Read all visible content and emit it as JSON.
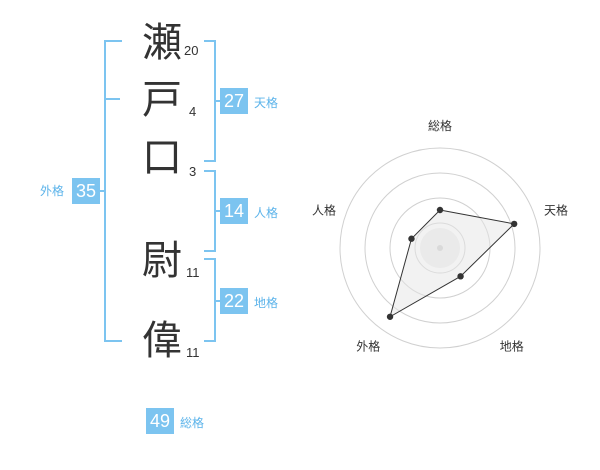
{
  "name": {
    "characters": [
      {
        "char": "瀬",
        "strokes": "20"
      },
      {
        "char": "戸",
        "strokes": "4"
      },
      {
        "char": "口",
        "strokes": "3"
      },
      {
        "char": "尉",
        "strokes": "11"
      },
      {
        "char": "偉",
        "strokes": "11"
      }
    ]
  },
  "fortunes": {
    "tenkaku": {
      "value": "27",
      "label": "天格"
    },
    "jinkaku": {
      "value": "14",
      "label": "人格"
    },
    "chikaku": {
      "value": "22",
      "label": "地格"
    },
    "gaikaku": {
      "value": "35",
      "label": "外格"
    },
    "soukaku": {
      "value": "49",
      "label": "総格"
    }
  },
  "colors": {
    "accent": "#7cc4f0",
    "label": "#5bb3ea"
  },
  "chart_data": {
    "type": "radar",
    "axes": [
      "総格",
      "天格",
      "地格",
      "外格",
      "人格"
    ],
    "values": [
      0.38,
      0.78,
      0.35,
      0.85,
      0.3
    ],
    "rings": 4
  }
}
